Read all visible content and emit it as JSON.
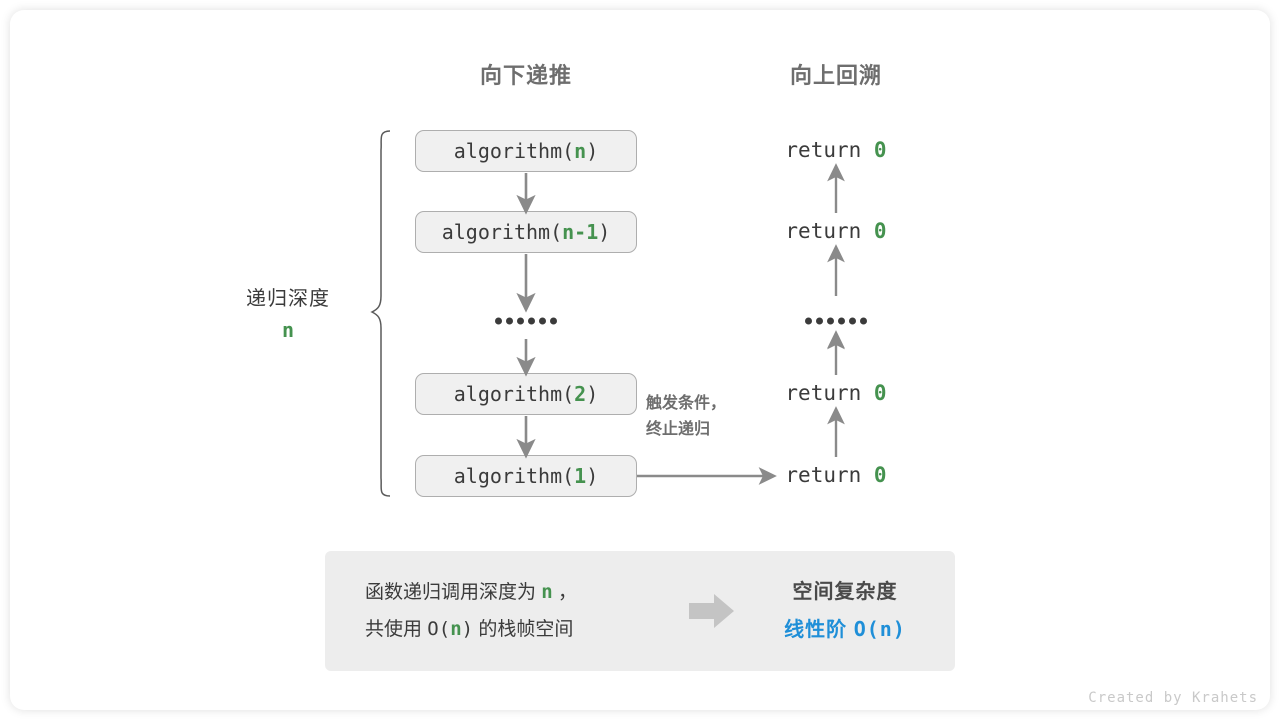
{
  "headers": {
    "down": "向下递推",
    "up": "向上回溯"
  },
  "depth": {
    "title": "递归深度",
    "value": "n"
  },
  "call_stack": [
    {
      "prefix": "algorithm(",
      "arg": "n",
      "suffix": ")"
    },
    {
      "prefix": "algorithm(",
      "arg": "n-1",
      "suffix": ")"
    },
    {
      "prefix": "algorithm(",
      "arg": "2",
      "suffix": ")"
    },
    {
      "prefix": "algorithm(",
      "arg": "1",
      "suffix": ")"
    }
  ],
  "ellipsis": "••••••",
  "returns": [
    {
      "keyword": "return",
      "value": "0"
    },
    {
      "keyword": "return",
      "value": "0"
    },
    {
      "keyword": "return",
      "value": "0"
    },
    {
      "keyword": "return",
      "value": "0"
    }
  ],
  "trigger_note": {
    "line1": "触发条件，",
    "line2": "终止递归"
  },
  "summary": {
    "left_line1_a": "函数递归调用深度为",
    "left_line1_n": "n",
    "left_line1_b": "，",
    "left_line2_a": "共使用",
    "left_line2_o": "O(",
    "left_line2_n": "n",
    "left_line2_c": ")",
    "left_line2_b": "的栈帧空间",
    "arrow_icon": "right-arrow-icon",
    "right_caption": "空间复杂度",
    "right_kind": "线性阶",
    "right_notation": "O(n)"
  },
  "credit": "Created by Krahets",
  "colors": {
    "green": "#45924f",
    "blue": "#1f8fd8",
    "gray_text": "#3b3b3b",
    "gray_muted": "#6e6e6e",
    "arrow": "#8a8a8a",
    "box_fill": "#f0f0f0",
    "box_border": "#aeaeae",
    "panel_fill": "#ededed"
  }
}
